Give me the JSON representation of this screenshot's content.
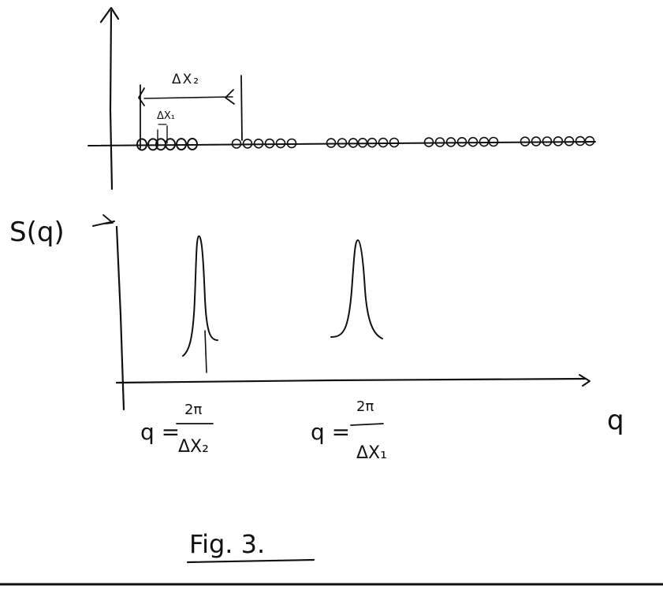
{
  "figure": {
    "caption": "Fig. 3.",
    "ink_color": "#111111",
    "background": "#ffffff"
  },
  "top_panel": {
    "spacing_labels": {
      "long": "ΔX₂",
      "short": "ΔX₁"
    }
  },
  "bottom_panel": {
    "y_axis_label": "S(q)",
    "x_axis_label": "q",
    "peak_labels": [
      {
        "lhs": "q =",
        "numerator": "2π",
        "denominator": "ΔX₂"
      },
      {
        "lhs": "q =",
        "numerator": "2π",
        "denominator": "ΔX₁"
      }
    ]
  }
}
